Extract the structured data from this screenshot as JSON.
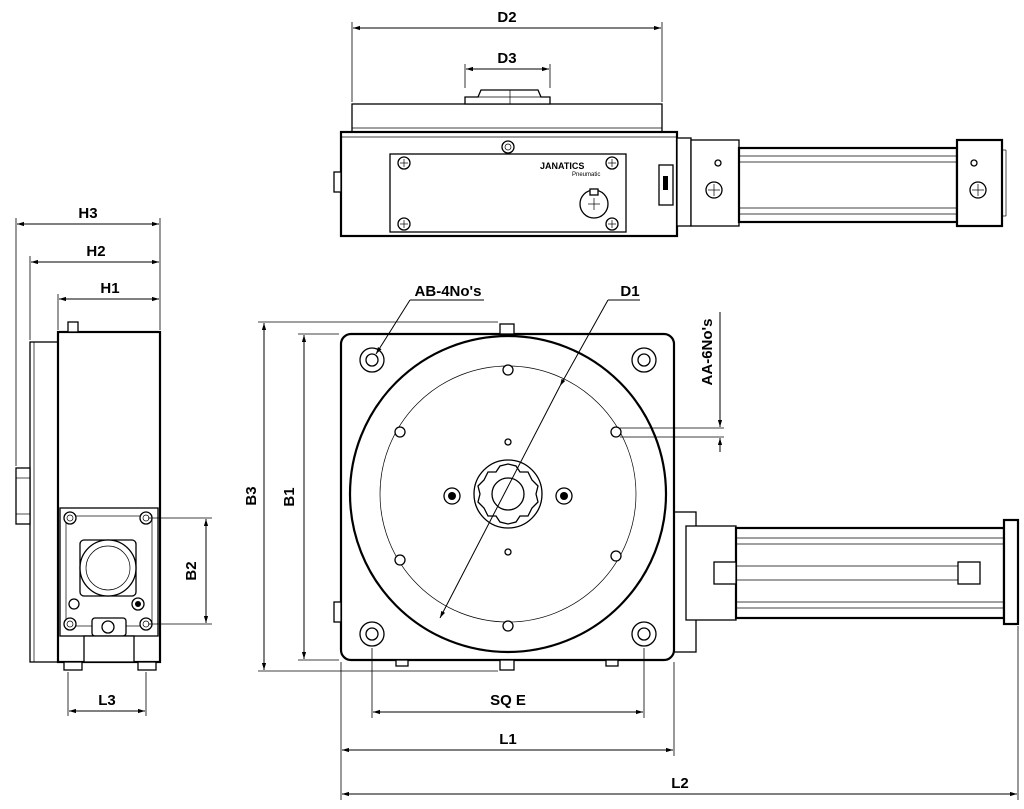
{
  "labels": {
    "d2": "D2",
    "d3": "D3",
    "d1": "D1",
    "h1": "H1",
    "h2": "H2",
    "h3": "H3",
    "b1": "B1",
    "b2": "B2",
    "b3": "B3",
    "l1": "L1",
    "l2": "L2",
    "l3": "L3",
    "sqe": "SQ E",
    "ab": "AB-4No's",
    "aa": "AA-6No's"
  },
  "brand": {
    "name": "JANATICS",
    "sub": "Pneumatic"
  }
}
